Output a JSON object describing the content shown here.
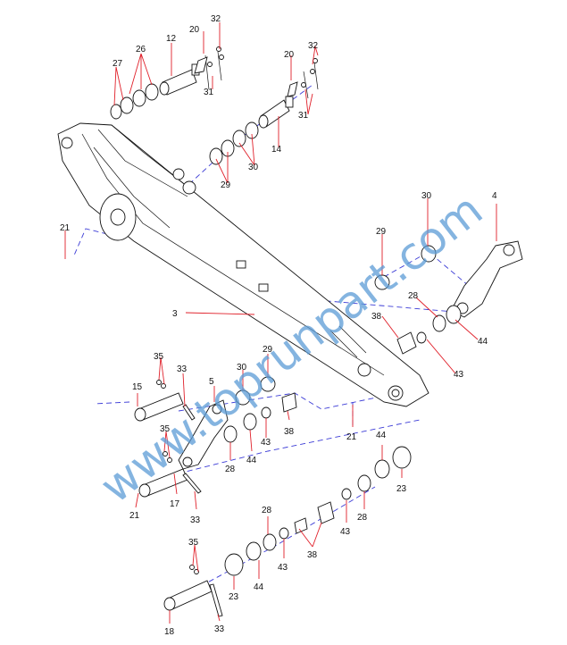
{
  "watermark": "www.toprunpart.com",
  "callouts": [
    {
      "id": "c-32a",
      "text": "32"
    },
    {
      "id": "c-20a",
      "text": "20"
    },
    {
      "id": "c-12",
      "text": "12"
    },
    {
      "id": "c-26",
      "text": "26"
    },
    {
      "id": "c-27",
      "text": "27"
    },
    {
      "id": "c-31a",
      "text": "31"
    },
    {
      "id": "c-20b",
      "text": "20"
    },
    {
      "id": "c-32b",
      "text": "32"
    },
    {
      "id": "c-31b",
      "text": "31"
    },
    {
      "id": "c-14",
      "text": "14"
    },
    {
      "id": "c-30a",
      "text": "30"
    },
    {
      "id": "c-29a",
      "text": "29"
    },
    {
      "id": "c-21a",
      "text": "21"
    },
    {
      "id": "c-30b",
      "text": "30"
    },
    {
      "id": "c-4",
      "text": "4"
    },
    {
      "id": "c-29b",
      "text": "29"
    },
    {
      "id": "c-28a",
      "text": "28"
    },
    {
      "id": "c-3",
      "text": "3"
    },
    {
      "id": "c-38a",
      "text": "38"
    },
    {
      "id": "c-44a",
      "text": "44"
    },
    {
      "id": "c-43a",
      "text": "43"
    },
    {
      "id": "c-35a",
      "text": "35"
    },
    {
      "id": "c-33a",
      "text": "33"
    },
    {
      "id": "c-29c",
      "text": "29"
    },
    {
      "id": "c-30c",
      "text": "30"
    },
    {
      "id": "c-15",
      "text": "15"
    },
    {
      "id": "c-5",
      "text": "5"
    },
    {
      "id": "c-38b",
      "text": "38"
    },
    {
      "id": "c-43b",
      "text": "43"
    },
    {
      "id": "c-35b",
      "text": "35"
    },
    {
      "id": "c-21b",
      "text": "21"
    },
    {
      "id": "c-44b",
      "text": "44"
    },
    {
      "id": "c-28b",
      "text": "28"
    },
    {
      "id": "c-44c",
      "text": "44"
    },
    {
      "id": "c-23a",
      "text": "23"
    },
    {
      "id": "c-21c",
      "text": "21"
    },
    {
      "id": "c-17",
      "text": "17"
    },
    {
      "id": "c-33b",
      "text": "33"
    },
    {
      "id": "c-28c",
      "text": "28"
    },
    {
      "id": "c-28d",
      "text": "28"
    },
    {
      "id": "c-43c",
      "text": "43"
    },
    {
      "id": "c-38c",
      "text": "38"
    },
    {
      "id": "c-35c",
      "text": "35"
    },
    {
      "id": "c-44d",
      "text": "44"
    },
    {
      "id": "c-43d",
      "text": "43"
    },
    {
      "id": "c-23b",
      "text": "23"
    },
    {
      "id": "c-18",
      "text": "18"
    },
    {
      "id": "c-33c",
      "text": "33"
    }
  ]
}
